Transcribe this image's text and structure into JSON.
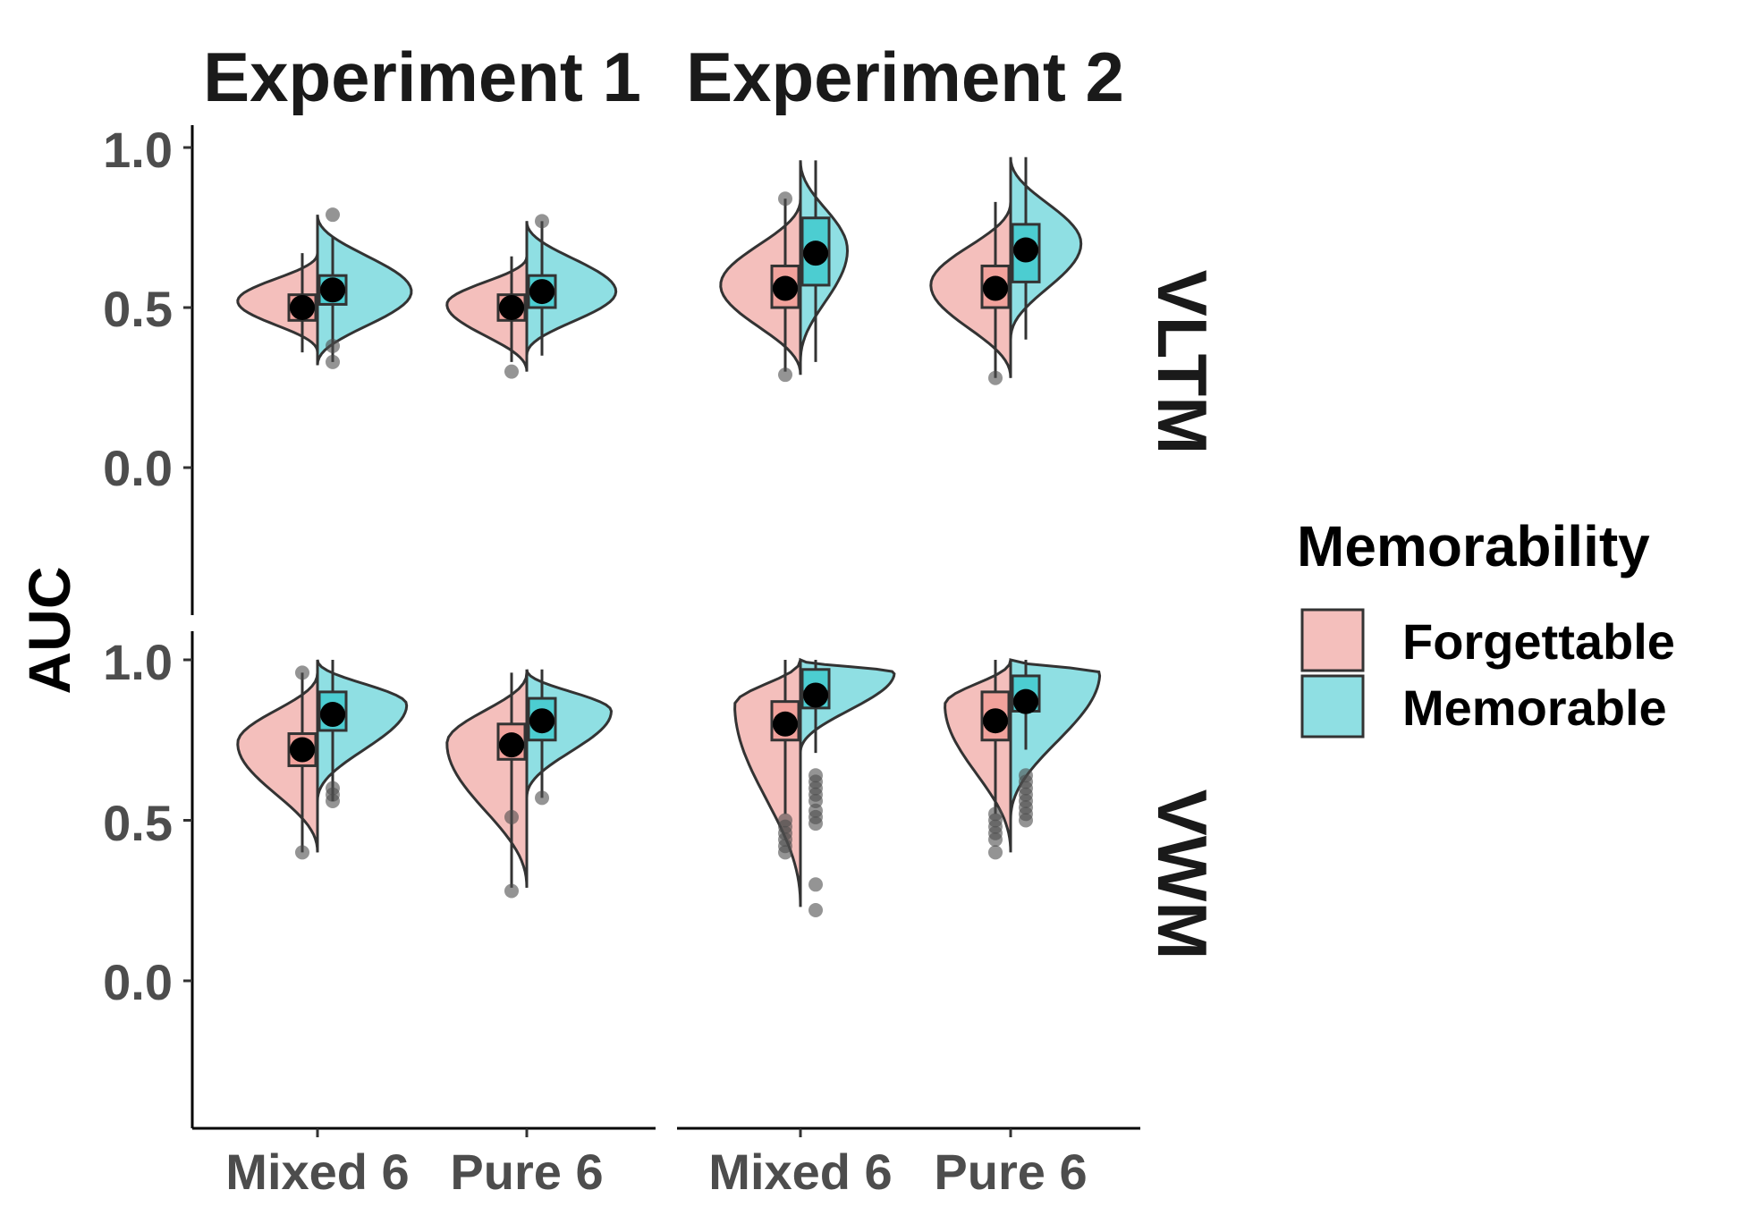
{
  "chart_data": {
    "type": "violin",
    "ylabel": "AUC",
    "ylim": [
      -0.45,
      1.05
    ],
    "y_ticks": [
      "0.0",
      "0.5",
      "1.0"
    ],
    "col_facets": [
      "Experiment 1",
      "Experiment 2"
    ],
    "row_facets": [
      "VLTM",
      "VWM"
    ],
    "categories": [
      "Mixed 6",
      "Pure 6"
    ],
    "legend": {
      "title": "Memorability",
      "position": "right",
      "items": [
        {
          "label": "Forgettable",
          "color": "#f8766d"
        },
        {
          "label": "Memorable",
          "color": "#00bfc4"
        }
      ]
    },
    "colors": {
      "Forgettable_fill": "#f4bfbc",
      "Memorable_fill": "#8fdfe3",
      "Forgettable_box": "#f1a29c",
      "Memorable_box": "#4ccdd1"
    },
    "grid": false,
    "panels": [
      {
        "col": 0,
        "row": 0,
        "groups": [
          {
            "category": "Mixed 6",
            "Forgettable": {
              "mean": 0.5,
              "q1": 0.46,
              "median": 0.5,
              "q3": 0.54,
              "lo": 0.36,
              "hi": 0.67,
              "vmin": 0.36,
              "vmax": 0.67,
              "vmode": 0.52,
              "vwidth": 0.85,
              "outliers": []
            },
            "Memorable": {
              "mean": 0.555,
              "q1": 0.51,
              "median": 0.55,
              "q3": 0.6,
              "lo": 0.33,
              "hi": 0.72,
              "vmin": 0.32,
              "vmax": 0.79,
              "vmode": 0.55,
              "vwidth": 1.0,
              "outliers": [
                0.79,
                0.38,
                0.33
              ]
            }
          },
          {
            "category": "Pure 6",
            "Forgettable": {
              "mean": 0.5,
              "q1": 0.46,
              "median": 0.5,
              "q3": 0.54,
              "lo": 0.33,
              "hi": 0.66,
              "vmin": 0.3,
              "vmax": 0.66,
              "vmode": 0.51,
              "vwidth": 0.85,
              "outliers": [
                0.3
              ]
            },
            "Memorable": {
              "mean": 0.55,
              "q1": 0.5,
              "median": 0.55,
              "q3": 0.6,
              "lo": 0.35,
              "hi": 0.77,
              "vmin": 0.35,
              "vmax": 0.77,
              "vmode": 0.55,
              "vwidth": 0.95,
              "outliers": [
                0.77
              ]
            }
          }
        ]
      },
      {
        "col": 1,
        "row": 0,
        "groups": [
          {
            "category": "Mixed 6",
            "Forgettable": {
              "mean": 0.56,
              "q1": 0.5,
              "median": 0.56,
              "q3": 0.63,
              "lo": 0.3,
              "hi": 0.84,
              "vmin": 0.29,
              "vmax": 0.84,
              "vmode": 0.57,
              "vwidth": 0.85,
              "outliers": [
                0.84,
                0.29
              ]
            },
            "Memorable": {
              "mean": 0.67,
              "q1": 0.57,
              "median": 0.67,
              "q3": 0.78,
              "lo": 0.33,
              "hi": 0.96,
              "vmin": 0.33,
              "vmax": 0.96,
              "vmode": 0.68,
              "vwidth": 0.5,
              "outliers": []
            }
          },
          {
            "category": "Pure 6",
            "Forgettable": {
              "mean": 0.56,
              "q1": 0.5,
              "median": 0.56,
              "q3": 0.63,
              "lo": 0.28,
              "hi": 0.83,
              "vmin": 0.28,
              "vmax": 0.83,
              "vmode": 0.57,
              "vwidth": 0.85,
              "outliers": [
                0.28
              ]
            },
            "Memorable": {
              "mean": 0.68,
              "q1": 0.58,
              "median": 0.68,
              "q3": 0.76,
              "lo": 0.4,
              "hi": 0.97,
              "vmin": 0.4,
              "vmax": 0.97,
              "vmode": 0.7,
              "vwidth": 0.75,
              "outliers": []
            }
          }
        ]
      },
      {
        "col": 0,
        "row": 1,
        "groups": [
          {
            "category": "Mixed 6",
            "Forgettable": {
              "mean": 0.72,
              "q1": 0.67,
              "median": 0.72,
              "q3": 0.77,
              "lo": 0.4,
              "hi": 0.96,
              "vmin": 0.4,
              "vmax": 0.96,
              "vmode": 0.74,
              "vwidth": 0.85,
              "outliers": [
                0.96,
                0.4
              ]
            },
            "Memorable": {
              "mean": 0.83,
              "q1": 0.78,
              "median": 0.83,
              "q3": 0.9,
              "lo": 0.56,
              "hi": 1.0,
              "vmin": 0.56,
              "vmax": 1.0,
              "vmode": 0.86,
              "vwidth": 0.95,
              "outliers": [
                0.6,
                0.58,
                0.56
              ]
            }
          },
          {
            "category": "Pure 6",
            "Forgettable": {
              "mean": 0.735,
              "q1": 0.69,
              "median": 0.73,
              "q3": 0.8,
              "lo": 0.29,
              "hi": 0.96,
              "vmin": 0.29,
              "vmax": 0.96,
              "vmode": 0.74,
              "vwidth": 0.85,
              "outliers": [
                0.51,
                0.28
              ]
            },
            "Memorable": {
              "mean": 0.81,
              "q1": 0.75,
              "median": 0.81,
              "q3": 0.88,
              "lo": 0.57,
              "hi": 0.97,
              "vmin": 0.57,
              "vmax": 0.97,
              "vmode": 0.84,
              "vwidth": 0.9,
              "outliers": [
                0.57
              ]
            }
          }
        ]
      },
      {
        "col": 1,
        "row": 1,
        "groups": [
          {
            "category": "Mixed 6",
            "Forgettable": {
              "mean": 0.8,
              "q1": 0.75,
              "median": 0.8,
              "q3": 0.87,
              "lo": 0.52,
              "hi": 1.0,
              "vmin": 0.23,
              "vmax": 1.0,
              "vmode": 0.86,
              "vwidth": 0.7,
              "outliers": [
                0.5,
                0.48,
                0.46,
                0.44,
                0.42,
                0.4
              ]
            },
            "Memorable": {
              "mean": 0.89,
              "q1": 0.85,
              "median": 0.9,
              "q3": 0.97,
              "lo": 0.71,
              "hi": 1.0,
              "vmin": 0.71,
              "vmax": 1.0,
              "vmode": 0.96,
              "vwidth": 1.0,
              "outliers": [
                0.64,
                0.62,
                0.6,
                0.58,
                0.56,
                0.53,
                0.51,
                0.49,
                0.3,
                0.22
              ]
            }
          },
          {
            "category": "Pure 6",
            "Forgettable": {
              "mean": 0.81,
              "q1": 0.75,
              "median": 0.81,
              "q3": 0.9,
              "lo": 0.52,
              "hi": 1.0,
              "vmin": 0.4,
              "vmax": 1.0,
              "vmode": 0.86,
              "vwidth": 0.7,
              "outliers": [
                0.52,
                0.5,
                0.48,
                0.46,
                0.44,
                0.4
              ]
            },
            "Memorable": {
              "mean": 0.87,
              "q1": 0.84,
              "median": 0.87,
              "q3": 0.95,
              "lo": 0.72,
              "hi": 1.0,
              "vmin": 0.5,
              "vmax": 1.0,
              "vmode": 0.96,
              "vwidth": 0.95,
              "outliers": [
                0.64,
                0.62,
                0.6,
                0.58,
                0.56,
                0.54,
                0.52,
                0.5
              ]
            }
          }
        ]
      }
    ]
  }
}
